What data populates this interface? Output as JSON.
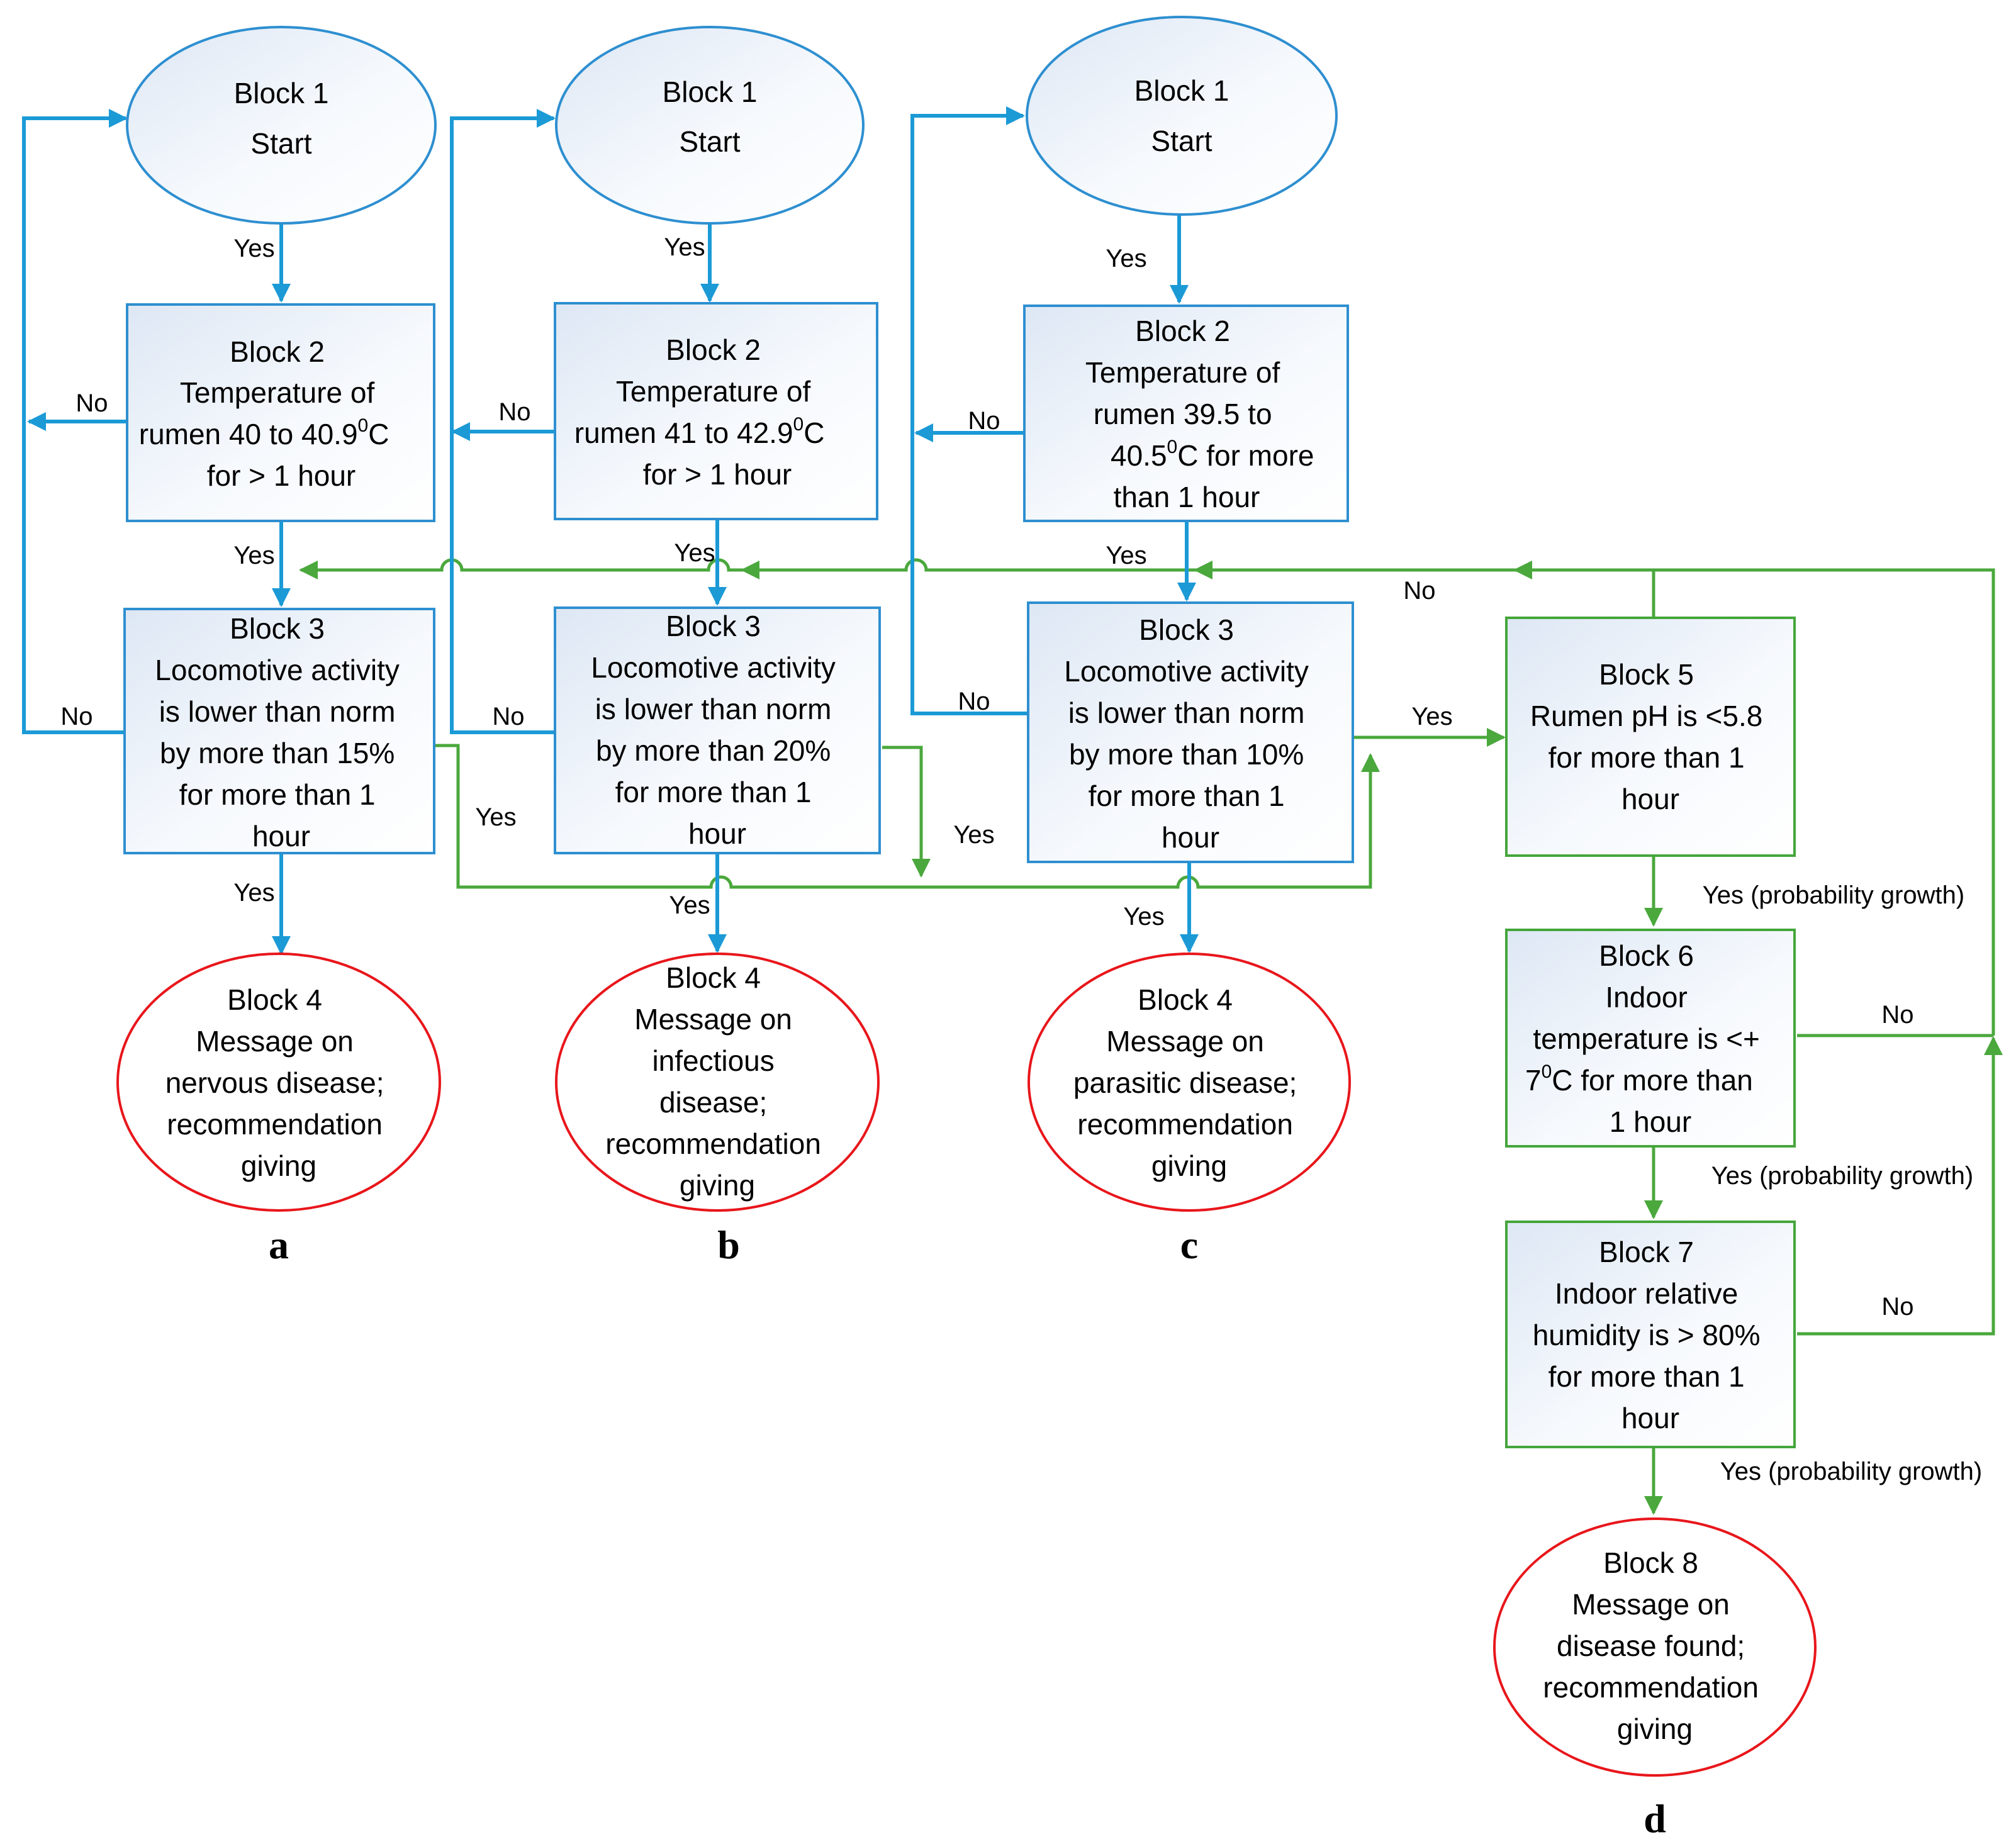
{
  "colors": {
    "blue_flow": "#1b9ad6",
    "green_flow": "#4aa83c",
    "red_terminal": "#e8161b",
    "block_fill": "#e6eef8"
  },
  "columns": [
    {
      "caption": "a",
      "start": [
        "Block 1",
        "Start"
      ],
      "block2": [
        "Block 2",
        "Temperature of",
        "rumen 40 to 40.9",
        "0",
        "C",
        "for > 1 hour"
      ],
      "block3": [
        "Block 3",
        "Locomotive activity",
        "is lower than norm",
        "by more than 15%",
        "for more than 1",
        "hour"
      ],
      "block4": [
        "Block 4",
        "Message on",
        "nervous disease;",
        "recommendation",
        "giving"
      ]
    },
    {
      "caption": "b",
      "start": [
        "Block 1",
        "Start"
      ],
      "block2": [
        "Block 2",
        "Temperature of",
        "rumen 41 to 42.9",
        "0",
        "C",
        "for > 1 hour"
      ],
      "block3": [
        "Block 3",
        "Locomotive activity",
        "is lower than norm",
        "by more than 20%",
        "for more than 1",
        "hour"
      ],
      "block4": [
        "Block 4",
        "Message on",
        "infectious",
        "disease;",
        "recommendation",
        "giving"
      ]
    },
    {
      "caption": "c",
      "start": [
        "Block 1",
        "Start"
      ],
      "block2": [
        "Block 2",
        "Temperature of",
        "rumen 39.5 to",
        "40.5",
        "0",
        "C for more",
        "than 1 hour"
      ],
      "block3": [
        "Block 3",
        "Locomotive activity",
        "is lower than norm",
        "by more than 10%",
        "for more than 1",
        "hour"
      ],
      "block4": [
        "Block 4",
        "Message on",
        "parasitic disease;",
        "recommendation",
        "giving"
      ]
    }
  ],
  "column_d": {
    "caption": "d",
    "block5": [
      "Block 5",
      "Rumen pH is <5.8",
      "for more than 1",
      "hour"
    ],
    "block6": [
      "Block 6",
      "Indoor",
      "temperature is <+",
      "7",
      "0",
      "C for more than",
      "1 hour"
    ],
    "block7": [
      "Block 7",
      "Indoor relative",
      "humidity is > 80%",
      "for more than 1",
      "hour"
    ],
    "block8": [
      "Block 8",
      "Message on",
      "disease found;",
      "recommendation",
      "giving"
    ]
  },
  "labels": {
    "yes": "Yes",
    "no": "No",
    "yes_growth": "Yes (probability growth)"
  }
}
